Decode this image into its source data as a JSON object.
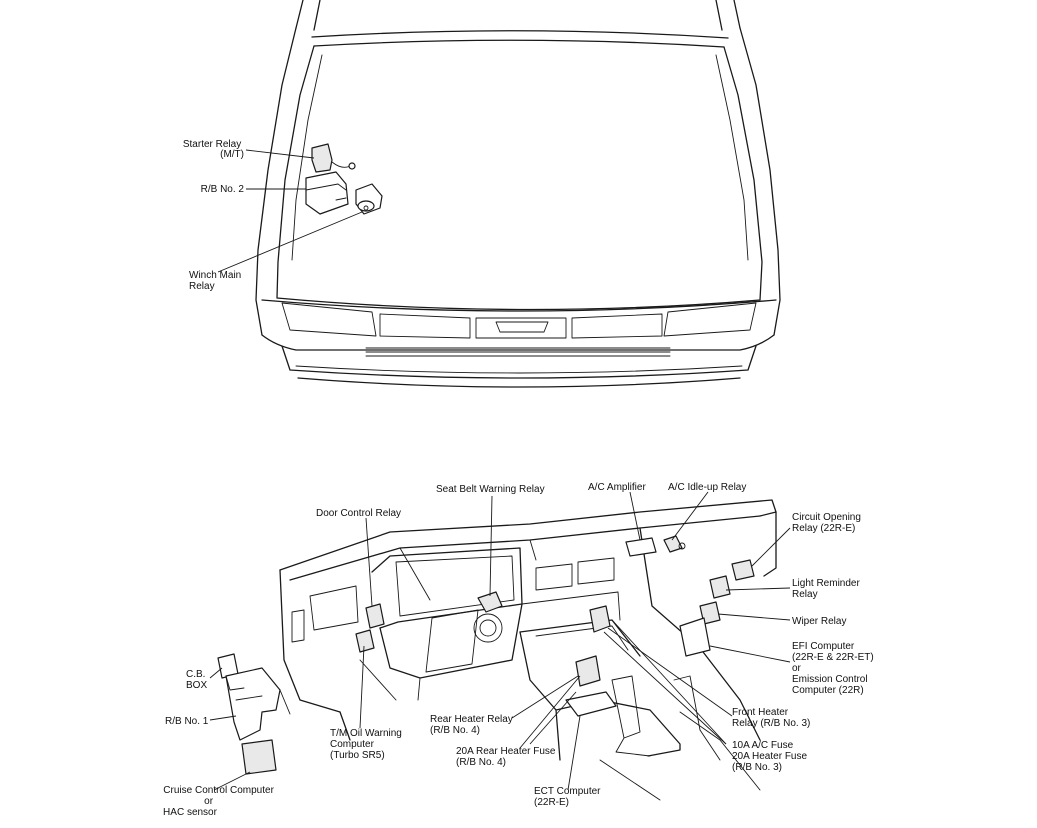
{
  "engine_bay": {
    "starter_relay": [
      "Starter Relay",
      "(M/T)"
    ],
    "rb_no2": [
      "R/B No. 2"
    ],
    "winch_main_relay": [
      "Winch Main",
      "Relay"
    ]
  },
  "dashboard": {
    "seat_belt_warning_relay": [
      "Seat Belt Warning Relay"
    ],
    "ac_amplifier": [
      "A/C Amplifier"
    ],
    "ac_idle_up_relay": [
      "A/C Idle-up Relay"
    ],
    "door_control_relay": [
      "Door Control Relay"
    ],
    "circuit_opening_relay": [
      "Circuit Opening",
      "Relay (22R-E)"
    ],
    "light_reminder_relay": [
      "Light Reminder",
      "Relay"
    ],
    "wiper_relay": [
      "Wiper Relay"
    ],
    "efi_computer": [
      "EFI Computer",
      "(22R-E & 22R-ET)",
      "or",
      "Emission Control",
      "Computer (22R)"
    ],
    "cb_box": [
      "C.B.",
      "BOX"
    ],
    "rb_no1": [
      "R/B No. 1"
    ],
    "tm_oil_warning_computer": [
      "T/M Oil Warning",
      "Computer",
      "(Turbo SR5)"
    ],
    "rear_heater_relay": [
      "Rear Heater Relay",
      "(R/B No. 4)"
    ],
    "front_heater_relay": [
      "Front Heater",
      "Relay (R/B No. 3)"
    ],
    "rear_heater_fuse": [
      "20A Rear Heater Fuse",
      "(R/B No. 4)"
    ],
    "ac_heater_fuses": [
      "10A A/C Fuse",
      "20A Heater Fuse",
      "(R/B No. 3)"
    ],
    "cruise_control_computer": [
      "Cruise Control Computer",
      "or",
      "HAC sensor"
    ],
    "ect_computer": [
      "ECT Computer",
      "(22R-E)"
    ]
  }
}
